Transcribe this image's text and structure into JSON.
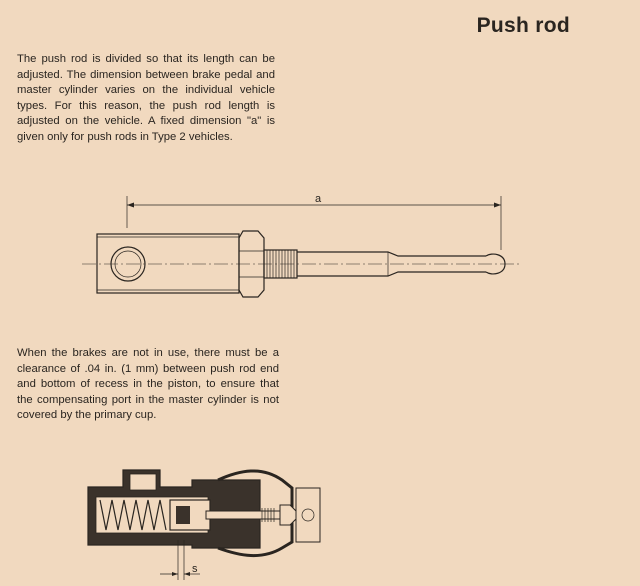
{
  "page": {
    "title": "Push rod",
    "paragraph1": "The push rod is divided so that its length can be adjusted. The dimension between brake pedal and master cylinder varies on the individual vehicle types. For this reason, the push rod length is adjusted on the vehicle. A fixed dimension \"a\" is given only for push rods in Type 2 vehicles.",
    "paragraph2": "When the brakes are not in use, there must be a clearance of .04 in. (1 mm) between push rod end and bottom of recess in the piston, to ensure that the compensating port in the master cylinder is not covered by the primary cup."
  },
  "figures": {
    "push_rod_dimension_label": "a",
    "clearance_label": "s"
  }
}
